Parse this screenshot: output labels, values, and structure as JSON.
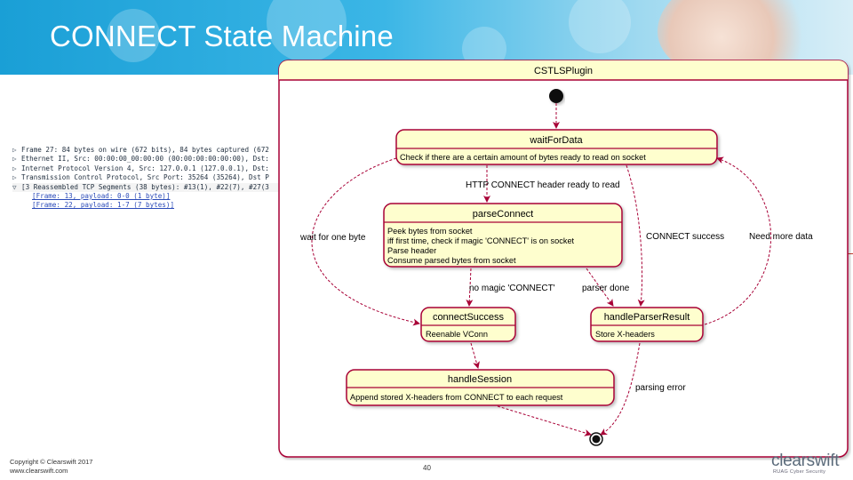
{
  "slide": {
    "title": "CONNECT State Machine",
    "copyright_line1": "Copyright © Clearswift 2017",
    "copyright_line2": "www.clearswift.com",
    "page_number": "40",
    "logo_text": "clearswift",
    "logo_subtext": "RUAG Cyber Security"
  },
  "capture": {
    "rows": [
      {
        "text": "Frame 27: 84 bytes on wire (672 bits), 84 bytes captured (672",
        "expander": "▷"
      },
      {
        "text": "Ethernet II, Src: 00:00:00_00:00:00 (00:00:00:00:00:00), Dst:",
        "expander": "▷"
      },
      {
        "text": "Internet Protocol Version 4, Src: 127.0.0.1 (127.0.0.1), Dst:",
        "expander": "▷"
      },
      {
        "text": "Transmission Control Protocol, Src Port: 35264 (35264), Dst P",
        "expander": "▷"
      },
      {
        "text": "[3 Reassembled TCP Segments (38 bytes): #13(1), #22(7), #27(3",
        "expander": "▽"
      }
    ],
    "subrows": [
      "[Frame: 13, payload: 0-0 (1 byte)]",
      "[Frame: 22, payload: 1-7 (7 bytes)]"
    ]
  },
  "diagram": {
    "container_title": "CSTLSPlugin",
    "states": {
      "waitForData": {
        "name": "waitForData",
        "body": [
          "Check if there are a certain amount of bytes ready to read on socket"
        ]
      },
      "parseConnect": {
        "name": "parseConnect",
        "body": [
          "Peek bytes from socket",
          "iff first time, check if magic 'CONNECT' is on socket",
          "Parse header",
          "Consume parsed bytes from socket"
        ]
      },
      "connectSuccess": {
        "name": "connectSuccess",
        "body": [
          "Reenable VConn"
        ]
      },
      "handleParserResult": {
        "name": "handleParserResult",
        "body": [
          "Store X-headers"
        ]
      },
      "handleSession": {
        "name": "handleSession",
        "body": [
          "Append stored X-headers from CONNECT to each request"
        ]
      }
    },
    "transitions": {
      "http_ready": "HTTP CONNECT header ready to read",
      "wait_one_byte": "wait for one byte",
      "connect_success": "CONNECT success",
      "need_more_data": "Need more data",
      "no_magic": "no magic 'CONNECT'",
      "parser_done": "parser done",
      "parsing_error": "parsing error"
    },
    "colors": {
      "state_fill": "#fefece",
      "state_border": "#a80036",
      "arrow": "#a80036",
      "container_fill": "#ffffff"
    }
  }
}
